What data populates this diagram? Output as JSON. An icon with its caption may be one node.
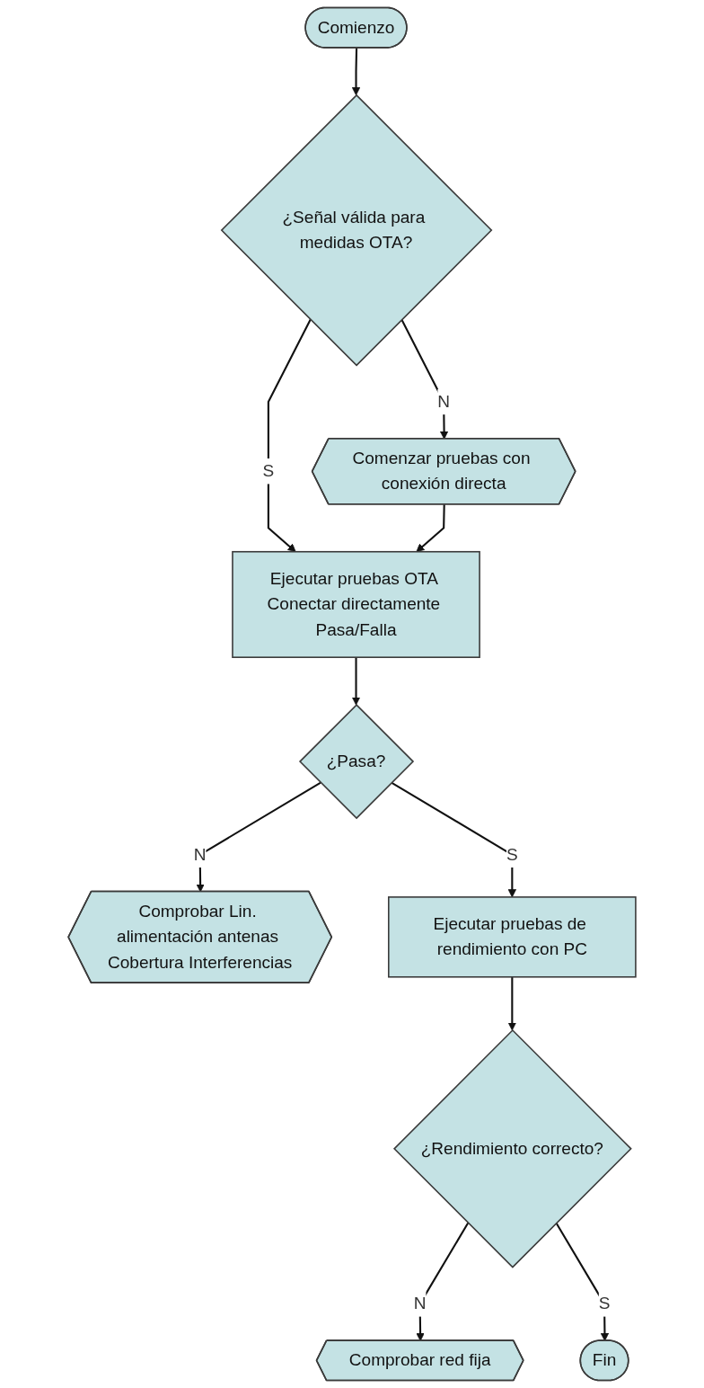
{
  "diagram": {
    "nodes": [
      {
        "text": [
          "Comienzo"
        ]
      },
      {
        "text": [
          "¿Señal válida para medidas OTA?"
        ]
      },
      {
        "text": [
          "Comenzar pruebas con conexión directa"
        ]
      },
      {
        "text": [
          "Ejecutar pruebas OTA Conectar directamente Pasa/Falla"
        ]
      },
      {
        "text": [
          "¿Pasa?"
        ]
      },
      {
        "text": [
          "Comprobar Lin. alimentación antenas Cobertura Interferencias"
        ]
      },
      {
        "text": [
          "Ejecutar pruebas de rendimiento con PC"
        ]
      },
      {
        "text": [
          "¿Rendimiento correcto?"
        ]
      },
      {
        "text": [
          "Comprobar red fija"
        ]
      },
      {
        "text": [
          "Fin"
        ]
      }
    ],
    "edges": [
      {
        "from": 0,
        "to": 1,
        "arrow": "to"
      },
      {
        "from": 1,
        "to": 2,
        "label": "N",
        "arrow": "to"
      },
      {
        "from": 1,
        "to": 3,
        "label": "S",
        "arrow": "to"
      },
      {
        "from": 2,
        "to": 3,
        "arrow": "to"
      },
      {
        "from": 3,
        "to": 4,
        "arrow": "to"
      },
      {
        "from": 4,
        "to": 5,
        "label": "N",
        "arrow": "to"
      },
      {
        "from": 4,
        "to": 6,
        "label": "S",
        "arrow": "to"
      },
      {
        "from": 6,
        "to": 7,
        "arrow": "to"
      },
      {
        "from": 7,
        "to": 8,
        "label": "N",
        "arrow": "to"
      },
      {
        "from": 7,
        "to": 9,
        "label": "S",
        "arrow": "to"
      }
    ]
  }
}
